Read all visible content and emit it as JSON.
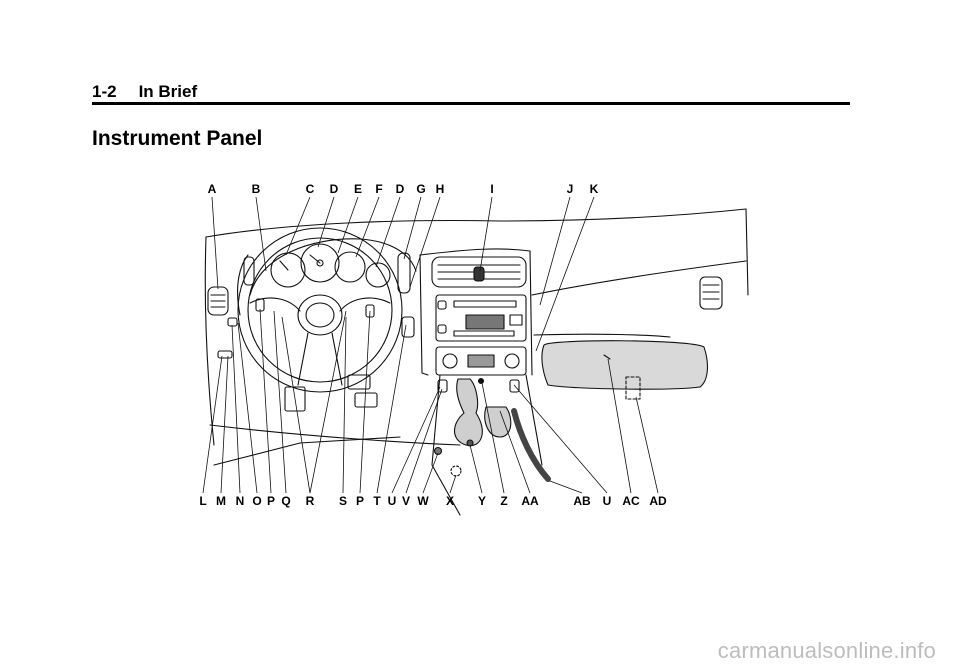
{
  "header": {
    "page_number": "1-2",
    "section": "In Brief"
  },
  "title": "Instrument Panel",
  "figure": {
    "callouts_top": [
      "A",
      "B",
      "C",
      "D",
      "E",
      "F",
      "D",
      "G",
      "H",
      "I",
      "J",
      "K"
    ],
    "callouts_bottom": [
      "L",
      "M",
      "N",
      "O",
      "P",
      "Q",
      "R",
      "S",
      "P",
      "T",
      "U",
      "V",
      "W",
      "X",
      "Y",
      "Z",
      "AA",
      "AB",
      "U",
      "AC",
      "AD"
    ]
  },
  "watermark": "carmanualsonline.info"
}
